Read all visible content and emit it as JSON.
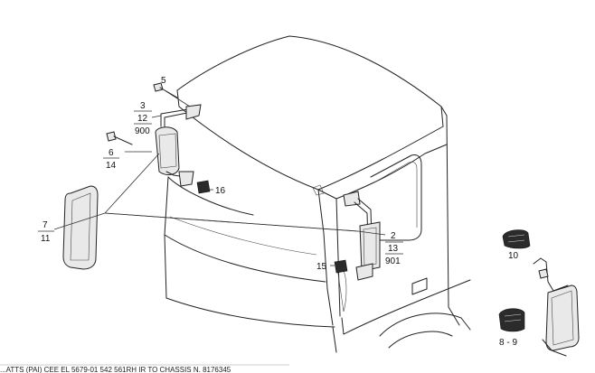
{
  "callouts": {
    "c5": "5",
    "c3": "3",
    "c12": "12",
    "c900": "900",
    "c6": "6",
    "c14": "14",
    "c16": "16",
    "c7": "7",
    "c11": "11",
    "c2": "2",
    "c13": "13",
    "c901": "901",
    "c15": "15",
    "c10": "10",
    "c89": "8 - 9"
  },
  "footer_text": "...ATTS (PAI) CEE EL 5679-01 542 561RH IR TO CHASSIS N. 8176345"
}
